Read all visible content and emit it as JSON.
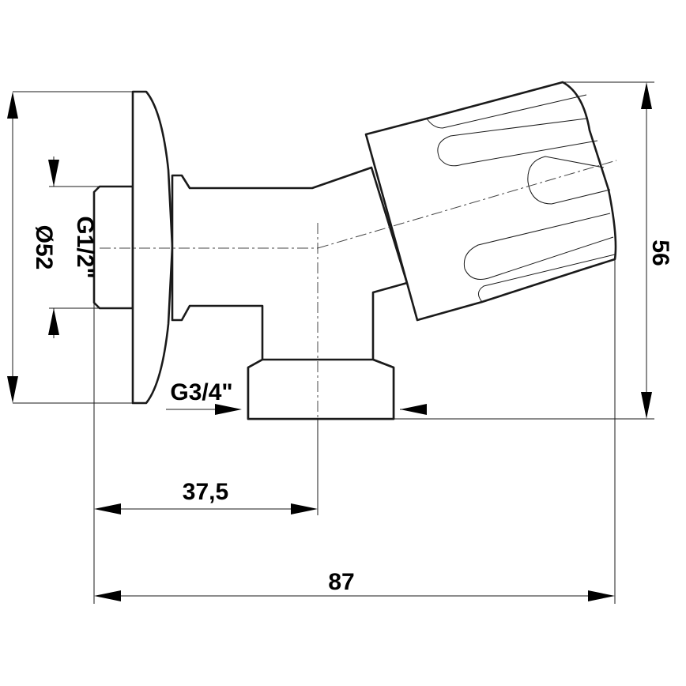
{
  "dimensions": {
    "diameter_label": "Ø52",
    "inlet_thread_label": "G1/2\"",
    "outlet_thread_label": "G3/4\"",
    "offset_label": "37,5",
    "length_label": "87",
    "height_label": "56"
  },
  "colors": {
    "line": "#1a1a1a",
    "background": "#ffffff"
  }
}
